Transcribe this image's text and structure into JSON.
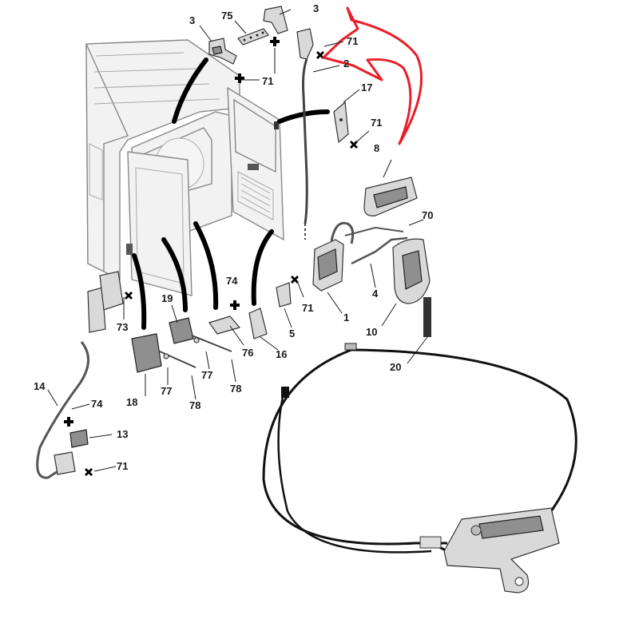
{
  "callouts": [
    {
      "id": "c3a",
      "text": "3"
    },
    {
      "id": "c75",
      "text": "75"
    },
    {
      "id": "c3b",
      "text": "3"
    },
    {
      "id": "c71a",
      "text": "71"
    },
    {
      "id": "c2",
      "text": "2"
    },
    {
      "id": "c71b",
      "text": "71"
    },
    {
      "id": "c17",
      "text": "17"
    },
    {
      "id": "c71c",
      "text": "71"
    },
    {
      "id": "c8",
      "text": "8"
    },
    {
      "id": "c70",
      "text": "70"
    },
    {
      "id": "c74a",
      "text": "74"
    },
    {
      "id": "c71d",
      "text": "71"
    },
    {
      "id": "c4",
      "text": "4"
    },
    {
      "id": "c1",
      "text": "1"
    },
    {
      "id": "c5",
      "text": "5"
    },
    {
      "id": "c10",
      "text": "10"
    },
    {
      "id": "c73",
      "text": "73"
    },
    {
      "id": "c19",
      "text": "19"
    },
    {
      "id": "c76",
      "text": "76"
    },
    {
      "id": "c16",
      "text": "16"
    },
    {
      "id": "c77a",
      "text": "77"
    },
    {
      "id": "c78a",
      "text": "78"
    },
    {
      "id": "c18",
      "text": "18"
    },
    {
      "id": "c77b",
      "text": "77"
    },
    {
      "id": "c78b",
      "text": "78"
    },
    {
      "id": "c20",
      "text": "20"
    },
    {
      "id": "c14",
      "text": "14"
    },
    {
      "id": "c74b",
      "text": "74"
    },
    {
      "id": "c13",
      "text": "13"
    },
    {
      "id": "c71e",
      "text": "71"
    }
  ],
  "colors": {
    "arrow": "#e8202a",
    "cable": "#111111",
    "lines": "#000000"
  },
  "icons": [
    "cross-screw-marker-icon",
    "red-curved-arrow-icon"
  ]
}
